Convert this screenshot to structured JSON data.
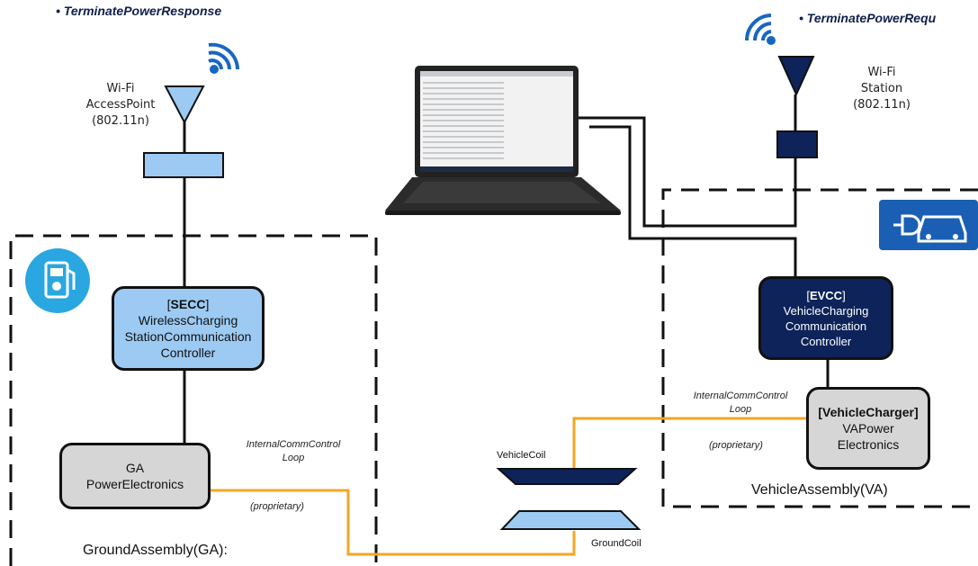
{
  "bullets": {
    "left": "TerminatePowerResponse",
    "right": "TerminatePowerRequ"
  },
  "wifi_ap": {
    "line1": "Wi-Fi",
    "line2": "AccessPoint",
    "line3": "(802.11n)"
  },
  "wifi_station": {
    "line1": "Wi-Fi",
    "line2": "Station",
    "line3": "(802.11n)"
  },
  "secc": {
    "tag": "SECC",
    "line1": "WirelessCharging",
    "line2": "StationCommunication",
    "line3": "Controller"
  },
  "evcc": {
    "tag": "EVCC",
    "line1": "VehicleCharging",
    "line2": "Communication",
    "line3": "Controller"
  },
  "ga_pe": {
    "line1": "GA",
    "line2": "PowerElectronics"
  },
  "va_pe": {
    "tag": "VehicleCharger",
    "line1": "VAPower",
    "line2": "Electronics"
  },
  "loop_left": {
    "line1": "InternalCommControl",
    "line2": "Loop",
    "proprietary": "(proprietary)"
  },
  "loop_right": {
    "line1": "InternalCommControl",
    "line2": "Loop",
    "proprietary": "(proprietary)"
  },
  "coils": {
    "vehicle": "VehicleCoil",
    "ground": "GroundCoil"
  },
  "assemblies": {
    "ground": "GroundAssembly(GA):",
    "vehicle": "VehicleAssembly(VA)"
  },
  "colors": {
    "secc_fill": "#9ccaf3",
    "evcc_fill": "#0d2359",
    "loop_line": "#f5a623",
    "pe_fill": "#d6d6d6"
  },
  "icons": [
    "wifi-icon",
    "antenna-icon",
    "laptop-icon",
    "charging-station-icon",
    "ev-charging-sign-icon",
    "coil-icon"
  ]
}
